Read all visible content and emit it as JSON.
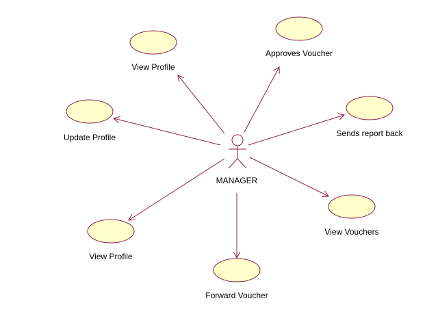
{
  "diagram": {
    "type": "use-case",
    "colors": {
      "line": "#8b1c4a",
      "usecase_fill": "#ffffcc",
      "usecase_stroke": "#8b1c4a",
      "text": "#000000",
      "background": "#ffffff"
    },
    "actor": {
      "label": "MANAGER",
      "icon": "stick-figure-icon"
    },
    "use_cases": [
      {
        "id": "view-profile-top",
        "label": "View Profile"
      },
      {
        "id": "approves-voucher",
        "label": "Approves Voucher"
      },
      {
        "id": "update-profile",
        "label": "Update Profile"
      },
      {
        "id": "sends-report-back",
        "label": "Sends report back"
      },
      {
        "id": "view-vouchers",
        "label": "View Vouchers"
      },
      {
        "id": "view-profile-bottom",
        "label": "View Profile"
      },
      {
        "id": "forward-voucher",
        "label": "Forward Voucher"
      }
    ],
    "associations": [
      {
        "from": "actor",
        "to": "view-profile-top"
      },
      {
        "from": "actor",
        "to": "approves-voucher"
      },
      {
        "from": "actor",
        "to": "update-profile"
      },
      {
        "from": "actor",
        "to": "sends-report-back"
      },
      {
        "from": "actor",
        "to": "view-vouchers"
      },
      {
        "from": "actor",
        "to": "view-profile-bottom"
      },
      {
        "from": "actor",
        "to": "forward-voucher"
      }
    ]
  }
}
